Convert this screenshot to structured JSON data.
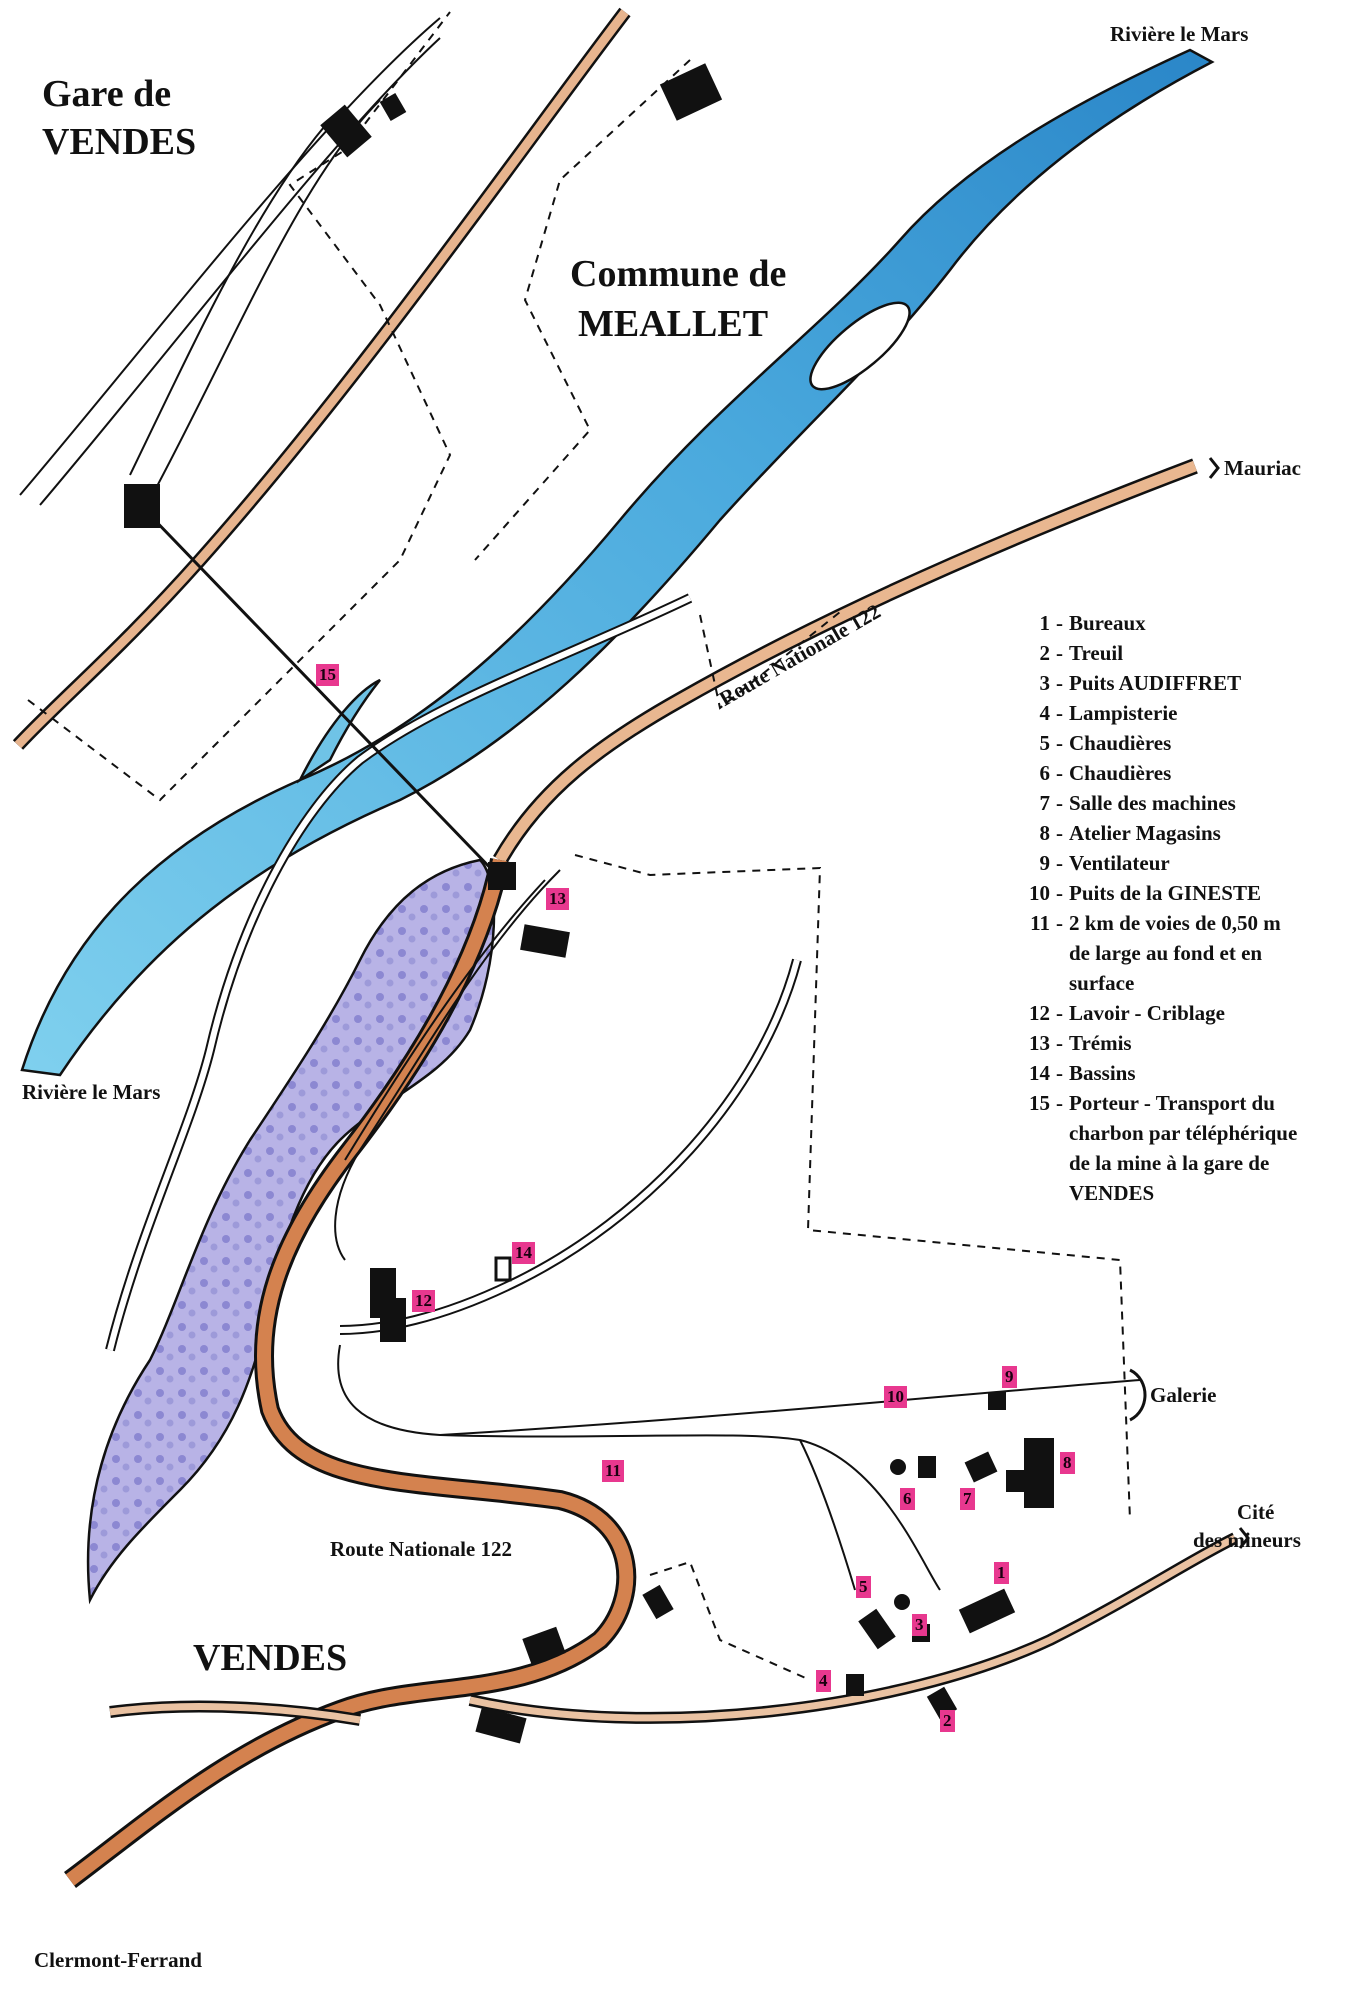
{
  "map": {
    "title": "",
    "places": {
      "gare_line1": "Gare de",
      "gare_line2": "VENDES",
      "commune_line1": "Commune de",
      "commune_line2": "MEALLET",
      "vendes": "VENDES",
      "riviere_top": "Rivière le Mars",
      "riviere_left": "Rivière le Mars",
      "mauriac": "Mauriac",
      "galerie": "Galerie",
      "cite_line1": "Cité",
      "cite_line2": "des mineurs",
      "clermont": "Clermont-Ferrand"
    },
    "roads": {
      "rn_top": "Route Nationale 122",
      "rn_bottom": "Route Nationale 122"
    },
    "colors": {
      "river": "#6fc3e6",
      "river_deep": "#2a86c8",
      "road": "#e7b48e",
      "road_dark": "#c96a3a",
      "pond": "#9b97d6",
      "badge": "#e8388f",
      "building": "#111111"
    },
    "legend": [
      {
        "num": "1",
        "text": "Bureaux"
      },
      {
        "num": "2",
        "text": "Treuil"
      },
      {
        "num": "3",
        "text": "Puits AUDIFFRET"
      },
      {
        "num": "4",
        "text": "Lampisterie"
      },
      {
        "num": "5",
        "text": "Chaudières"
      },
      {
        "num": "6",
        "text": "Chaudières"
      },
      {
        "num": "7",
        "text": "Salle des machines"
      },
      {
        "num": "8",
        "text": "Atelier    Magasins"
      },
      {
        "num": "9",
        "text": "Ventilateur"
      },
      {
        "num": "10",
        "text": "Puits de la GINESTE"
      },
      {
        "num": "11",
        "text": "2 km de voies de 0,50 m\nde large au fond et en\nsurface"
      },
      {
        "num": "12",
        "text": "Lavoir - Criblage"
      },
      {
        "num": "13",
        "text": "Trémis"
      },
      {
        "num": "14",
        "text": "Bassins"
      },
      {
        "num": "15",
        "text": "Porteur - Transport du\ncharbon par téléphérique\nde la mine à la gare de\nVENDES"
      }
    ],
    "badges": [
      "1",
      "2",
      "3",
      "4",
      "5",
      "6",
      "7",
      "8",
      "9",
      "10",
      "11",
      "12",
      "13",
      "14",
      "15"
    ]
  }
}
